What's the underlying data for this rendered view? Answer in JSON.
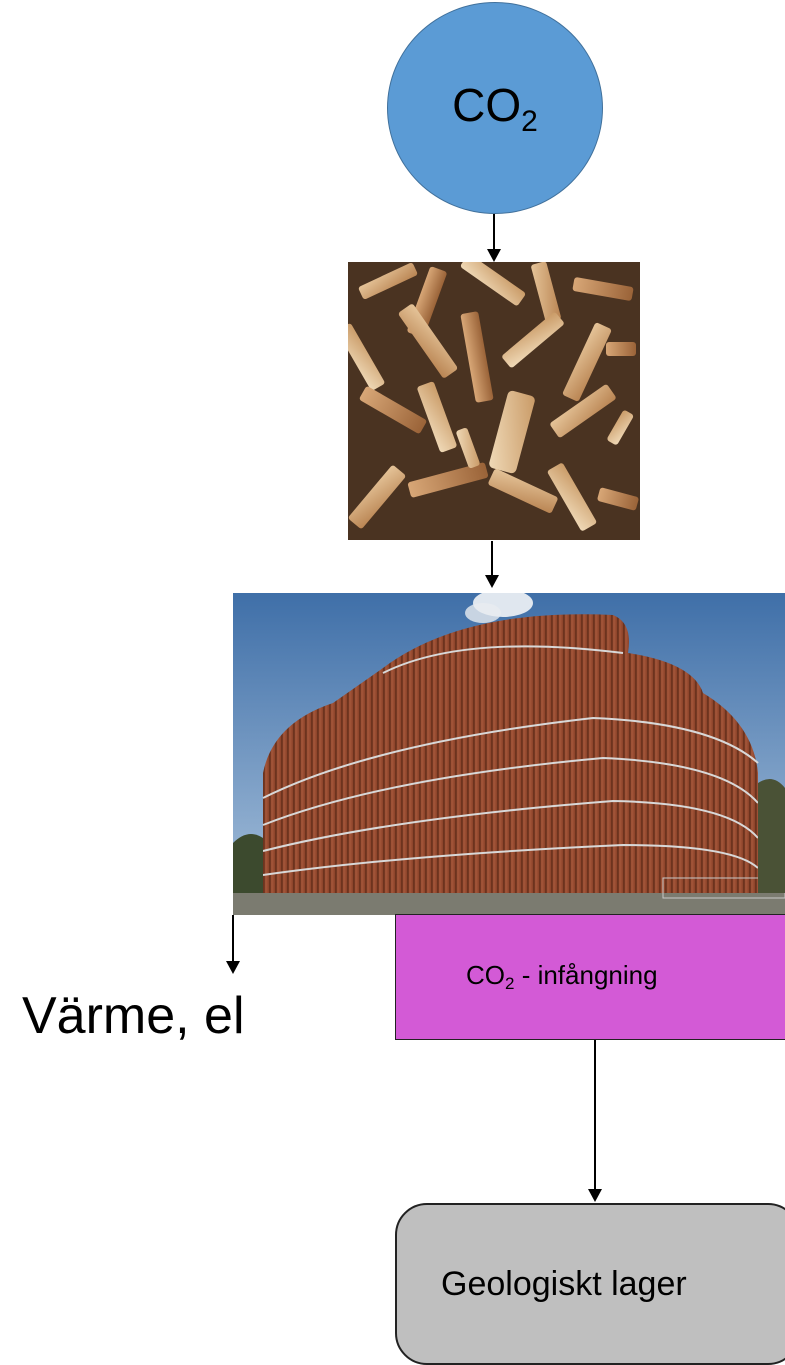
{
  "source": {
    "label": "CO",
    "subscript": "2"
  },
  "capture": {
    "label_prefix": "CO",
    "subscript": "2",
    "label_suffix": " - infångning"
  },
  "outputs": {
    "energy_label": "Värme, el"
  },
  "storage": {
    "label": "Geologiskt lager"
  },
  "images": {
    "fuel": "wood-chips-photo",
    "plant": "power-plant-photo"
  },
  "colors": {
    "co2_fill": "#5b9bd5",
    "capture_fill": "#d35ad6",
    "storage_fill": "#bfbfbf"
  }
}
